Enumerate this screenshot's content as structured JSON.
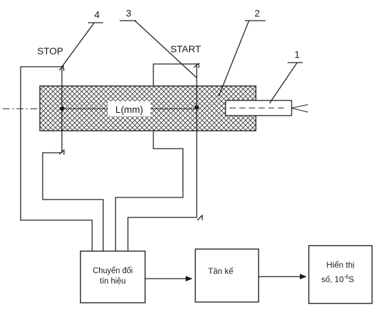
{
  "labels": {
    "stop": "STOP",
    "start": "START",
    "length": "L(mm)",
    "callout_1": "1",
    "callout_2": "2",
    "callout_3": "3",
    "callout_4": "4"
  },
  "blocks": {
    "converter_line1": "Chuyển đổi",
    "converter_line2": "tín hiệu",
    "counter": "Tần kế",
    "display_line1": "Hiển thị",
    "display_line2_prefix": "số, 10",
    "display_exponent": "-6",
    "display_unit": "S"
  }
}
